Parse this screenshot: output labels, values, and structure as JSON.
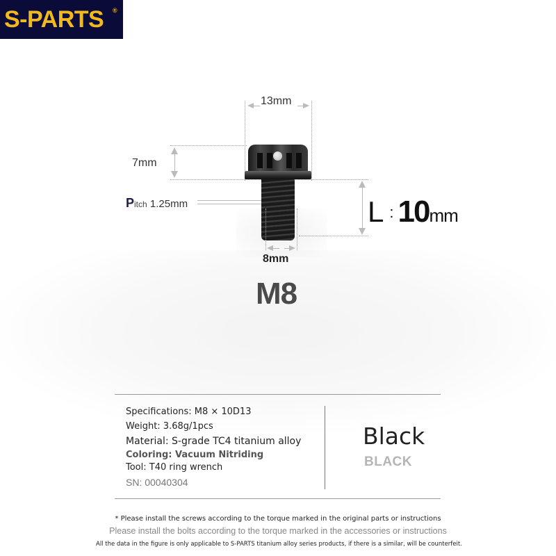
{
  "brand": {
    "name": "S-PARTS",
    "registered_mark": "®",
    "background_color": "#0b0b3a",
    "text_color": "#f2b91f"
  },
  "diagram": {
    "head_width": "13mm",
    "head_height": "7mm",
    "thread_diameter": "8mm",
    "pitch_prefix": "P",
    "pitch_suffix": "itch",
    "pitch_value": "1.25mm",
    "length_letter": "L",
    "length_colon": ":",
    "length_value": "10",
    "length_unit": "mm",
    "size": "M8"
  },
  "specs": {
    "specifications": "Specifications: M8 × 10D13",
    "weight": "Weight: 3.68g/1pcs",
    "material": "Material: S-grade TC4 titanium alloy",
    "coloring": "Coloring: Vacuum Nitriding",
    "tool": "Tool: T40 ring wrench",
    "sn": "SN: 00040304"
  },
  "color_option": {
    "name": "Black",
    "code": "BLACK"
  },
  "notes": {
    "line1": "* Please install the screws according to the torque marked in the original parts or instructions",
    "line2": "Please install the bolts according to the torque marked in the accessories or instructions",
    "line3": "All the data in the figure is only applicable to S-PARTS titanium alloy series products, if there is a similar, will be counterfeit."
  }
}
